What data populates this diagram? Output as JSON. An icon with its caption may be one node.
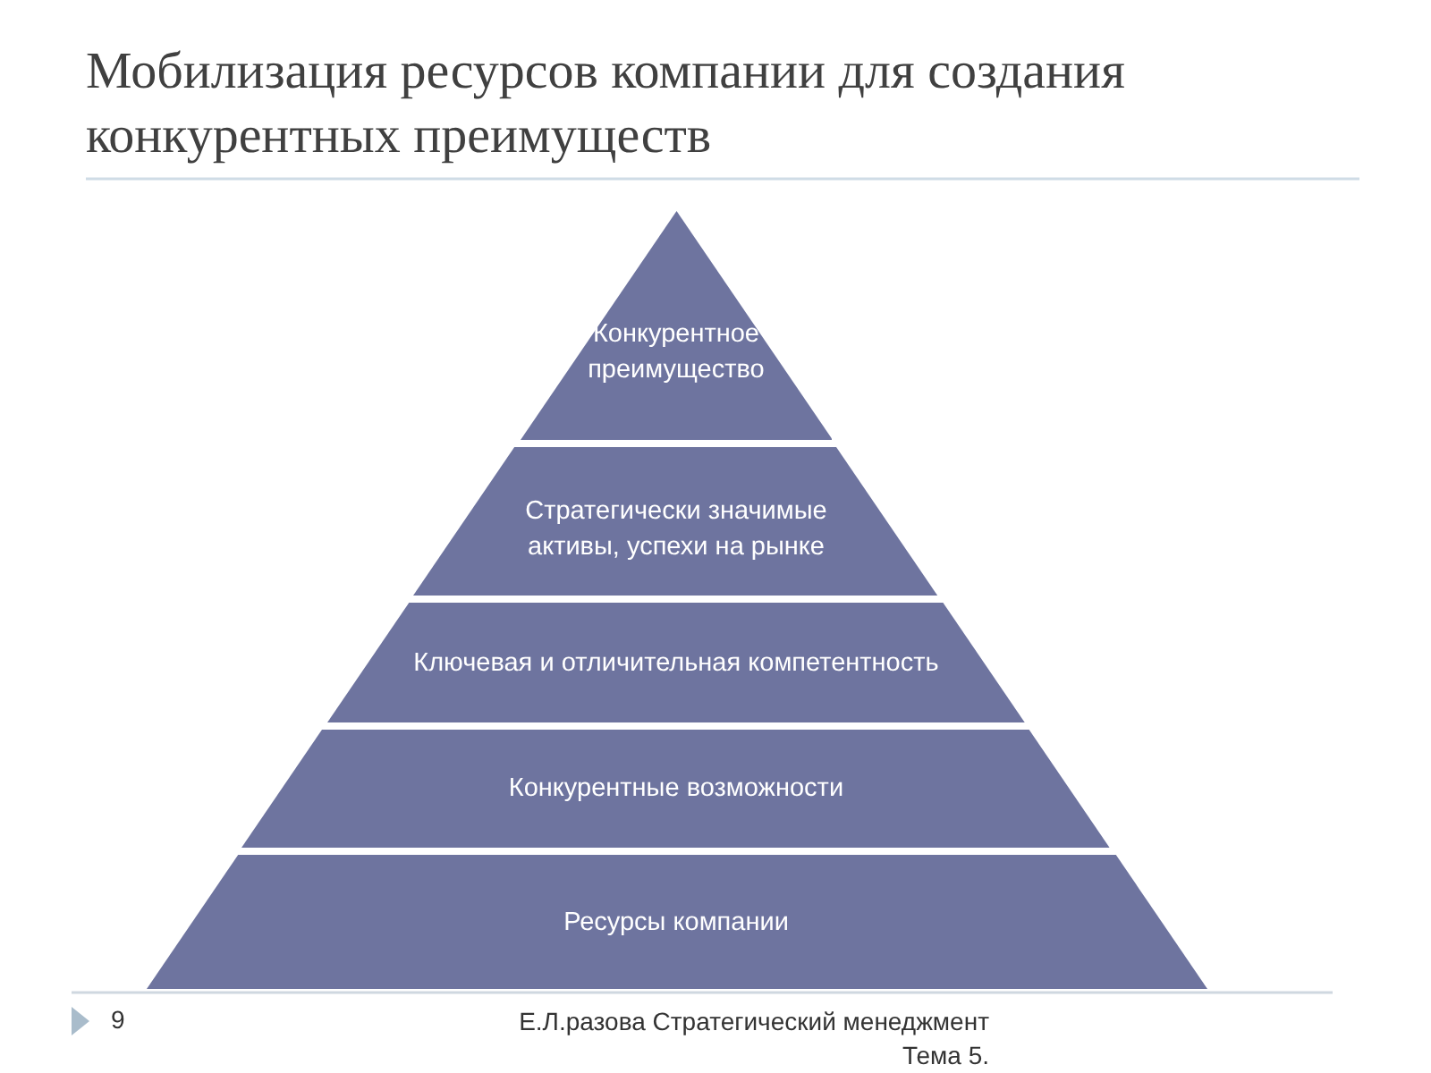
{
  "diagram": {
    "title": "Мобилизация ресурсов компании для создания конкурентных преимуществ",
    "nodes": [
      {
        "text": [
          "Конкурентное преимущество"
        ]
      },
      {
        "text": [
          "Стратегически значимые активы, успехи на рынке"
        ]
      },
      {
        "text": [
          "Ключевая и отличительная компетентность"
        ]
      },
      {
        "text": [
          "Конкурентные возможности"
        ]
      },
      {
        "text": [
          "Ресурсы компании"
        ]
      }
    ],
    "labels": [
      "9",
      "Е.Л.разова Стратегический менеджмент Тема 5."
    ]
  }
}
